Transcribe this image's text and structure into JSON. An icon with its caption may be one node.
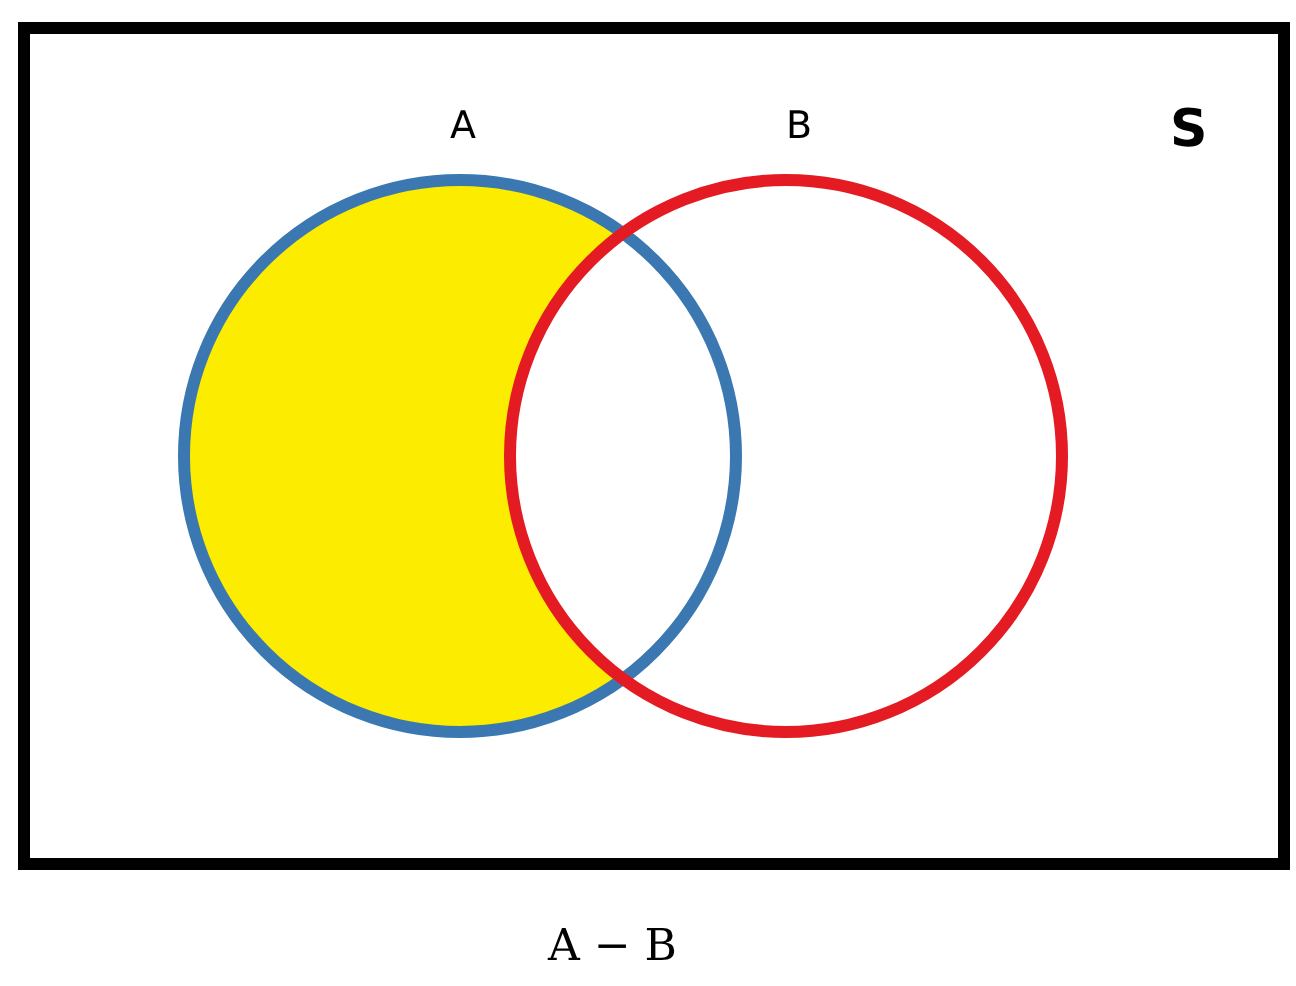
{
  "diagram": {
    "caption": "A − B",
    "nodes": [
      {
        "text": [
          "S"
        ]
      },
      {
        "text": [
          "A"
        ],
        "in": 0
      },
      {
        "text": [
          "B"
        ],
        "in": 0
      }
    ],
    "edges": []
  }
}
